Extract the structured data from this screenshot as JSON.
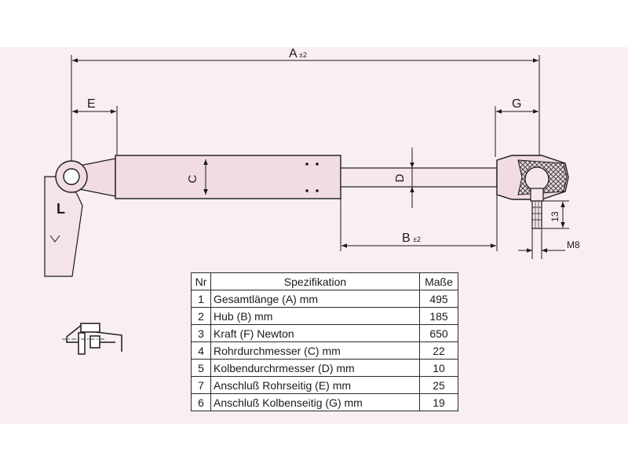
{
  "dimensions": {
    "a": "A",
    "a_tol": "±2",
    "b": "B",
    "b_tol": "±2",
    "c": "C",
    "d": "D",
    "e": "E",
    "g": "G",
    "thread": "M8",
    "thread_len": "13",
    "mount_side": "L"
  },
  "table": {
    "headers": {
      "nr": "Nr",
      "spec": "Spezifikation",
      "value": "Maße"
    },
    "rows": [
      {
        "nr": "1",
        "spec": "Gesamtlänge (A) mm",
        "value": "495"
      },
      {
        "nr": "2",
        "spec": "Hub (B)  mm",
        "value": "185"
      },
      {
        "nr": "3",
        "spec": "Kraft (F) Newton",
        "value": "650"
      },
      {
        "nr": "4",
        "spec": "Rohrdurchmesser (C) mm",
        "value": "22"
      },
      {
        "nr": "5",
        "spec": "Kolbendurchrmesser (D) mm",
        "value": "10"
      },
      {
        "nr": "7",
        "spec": "Anschluß Rohrseitig (E) mm",
        "value": "25"
      },
      {
        "nr": "6",
        "spec": "Anschluß Kolbenseitig (G) mm",
        "value": "19"
      }
    ]
  },
  "colors": {
    "sheet": "#f9eef3",
    "line": "#1a1a1a",
    "tube": "#f1dbe4",
    "hatch": "#444444"
  }
}
